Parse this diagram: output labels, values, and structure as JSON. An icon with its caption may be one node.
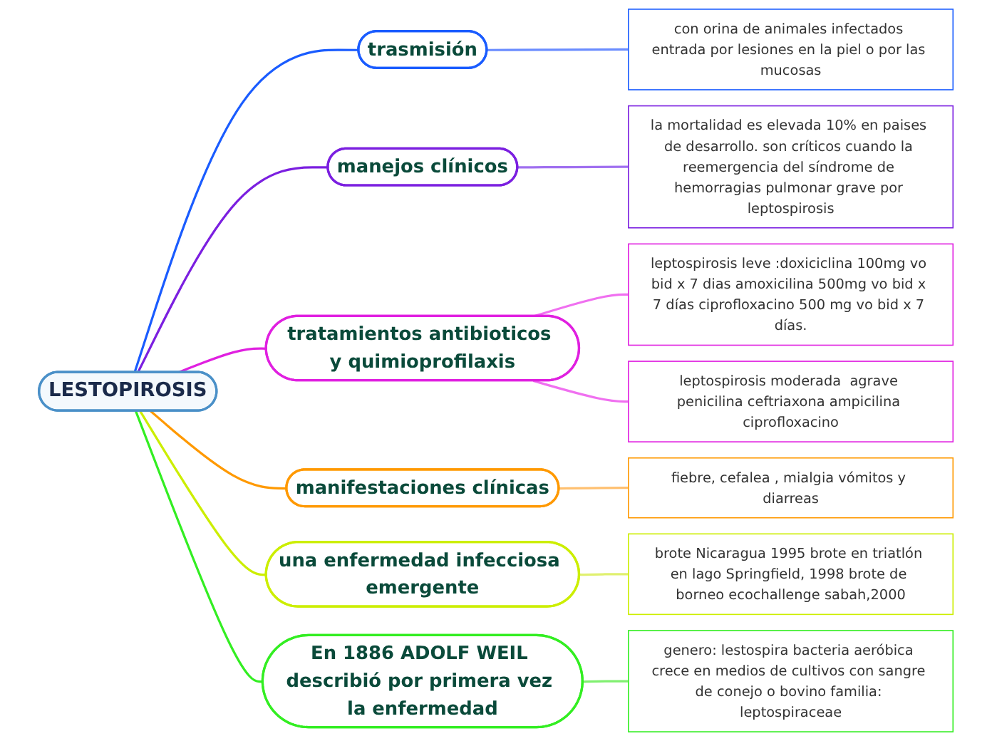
{
  "diagram": {
    "nodes": [
      {
        "text": [
          "LESTOPIROSIS"
        ]
      },
      {
        "text": [
          "trasmisión"
        ]
      },
      {
        "text": [
          "con orina de animales infectados entrada por lesiones en la piel o por las mucosas"
        ]
      },
      {
        "text": [
          "manejos clínicos"
        ]
      },
      {
        "text": [
          "la mortalidad es elevada 10% en paises de desarrollo. son críticos cuando la reemergencia del síndrome de hemorragias pulmonar grave por leptospirosis"
        ]
      },
      {
        "text": [
          "tratamientos antibioticos y quimioprofilaxis"
        ]
      },
      {
        "text": [
          "leptospirosis leve :doxiciclina 100mg vo bid x 7 dias amoxicilina 500mg vo bid x 7 días ciprofloxacino 500 mg vo bid x 7 días."
        ]
      },
      {
        "text": [
          "leptospirosis moderada  agrave penicilina ceftriaxona ampicilina ciprofloxacino"
        ]
      },
      {
        "text": [
          "manifestaciones clínicas"
        ]
      },
      {
        "text": [
          "fiebre, cefalea , mialgia vómitos y diarreas"
        ]
      },
      {
        "text": [
          "una enfermedad infecciosa emergente"
        ]
      },
      {
        "text": [
          "brote Nicaragua 1995 brote en triatlón en lago Springfield, 1998 brote de borneo ecochallenge sabah,2000"
        ]
      },
      {
        "text": [
          "En 1886 ADOLF WEIL describió por primera vez la enfermedad"
        ]
      },
      {
        "text": [
          "genero: lestospira bacteria aeróbica crece en medios de cultivos con sangre de conejo o bovino familia: leptospiraceae"
        ]
      }
    ],
    "edges": [
      {
        "from": 0,
        "to": 1,
        "arrow": "none",
        "color": "#1a5cff"
      },
      {
        "from": 1,
        "to": 2,
        "arrow": "none",
        "color": "#6a8cff"
      },
      {
        "from": 0,
        "to": 3,
        "arrow": "none",
        "color": "#7b1fe0"
      },
      {
        "from": 3,
        "to": 4,
        "arrow": "none",
        "color": "#a070f0"
      },
      {
        "from": 0,
        "to": 5,
        "arrow": "none",
        "color": "#e020e0"
      },
      {
        "from": 5,
        "to": 6,
        "arrow": "none",
        "color": "#f070f0"
      },
      {
        "from": 5,
        "to": 7,
        "arrow": "none",
        "color": "#f070f0"
      },
      {
        "from": 0,
        "to": 8,
        "arrow": "none",
        "color": "#ff9900"
      },
      {
        "from": 8,
        "to": 9,
        "arrow": "none",
        "color": "#ffc070"
      },
      {
        "from": 0,
        "to": 10,
        "arrow": "none",
        "color": "#ccee00"
      },
      {
        "from": 10,
        "to": 11,
        "arrow": "none",
        "color": "#e0f070"
      },
      {
        "from": 0,
        "to": 12,
        "arrow": "none",
        "color": "#33ee22"
      },
      {
        "from": 12,
        "to": 13,
        "arrow": "none",
        "color": "#80f070"
      }
    ]
  }
}
